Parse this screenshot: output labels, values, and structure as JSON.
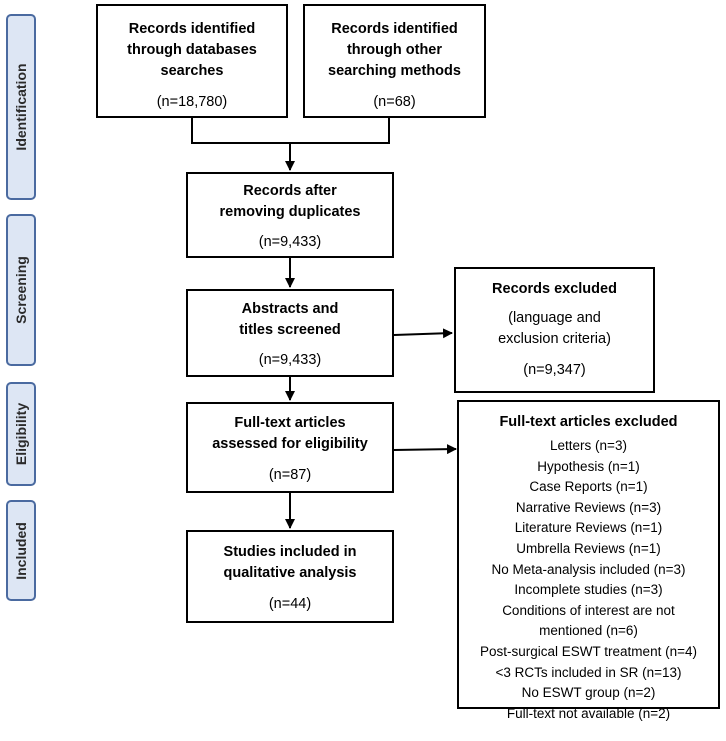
{
  "stages": {
    "identification": "Identification",
    "screening": "Screening",
    "eligibility": "Eligibility",
    "included": "Included"
  },
  "boxes": {
    "db_records": {
      "title_line1": "Records identified",
      "title_line2": "through databases",
      "title_line3": "searches",
      "count": "(n=18,780)"
    },
    "other_records": {
      "title_line1": "Records identified",
      "title_line2": "through other",
      "title_line3": "searching methods",
      "count": "(n=68)"
    },
    "after_duplicates": {
      "title_line1": "Records after",
      "title_line2": "removing duplicates",
      "count": "(n=9,433)"
    },
    "screened": {
      "title_line1": "Abstracts and",
      "title_line2": "titles screened",
      "count": "(n=9,433)"
    },
    "excluded_records": {
      "title": "Records excluded",
      "sub_line1": "(language and",
      "sub_line2": "exclusion criteria)",
      "count": "(n=9,347)"
    },
    "fulltext_assessed": {
      "title_line1": "Full-text articles",
      "title_line2": "assessed for eligibility",
      "count": "(n=87)"
    },
    "included": {
      "title_line1": "Studies included in",
      "title_line2": "qualitative analysis",
      "count": "(n=44)"
    },
    "fulltext_excluded": {
      "title": "Full-text articles excluded",
      "items": [
        "Letters (n=3)",
        "Hypothesis (n=1)",
        "Case Reports (n=1)",
        "Narrative Reviews (n=3)",
        "Literature Reviews (n=1)",
        "Umbrella Reviews (n=1)",
        "No Meta-analysis included (n=3)",
        "Incomplete studies (n=3)",
        "Conditions of interest are not",
        "mentioned (n=6)",
        "Post-surgical ESWT treatment (n=4)",
        "<3 RCTs included in SR (n=13)",
        "No ESWT group (n=2)",
        "Full-text not available (n=2)"
      ]
    }
  },
  "colors": {
    "stage_fill": "#dde6f4",
    "stage_border": "#4a6aa0",
    "box_border": "#000000"
  }
}
